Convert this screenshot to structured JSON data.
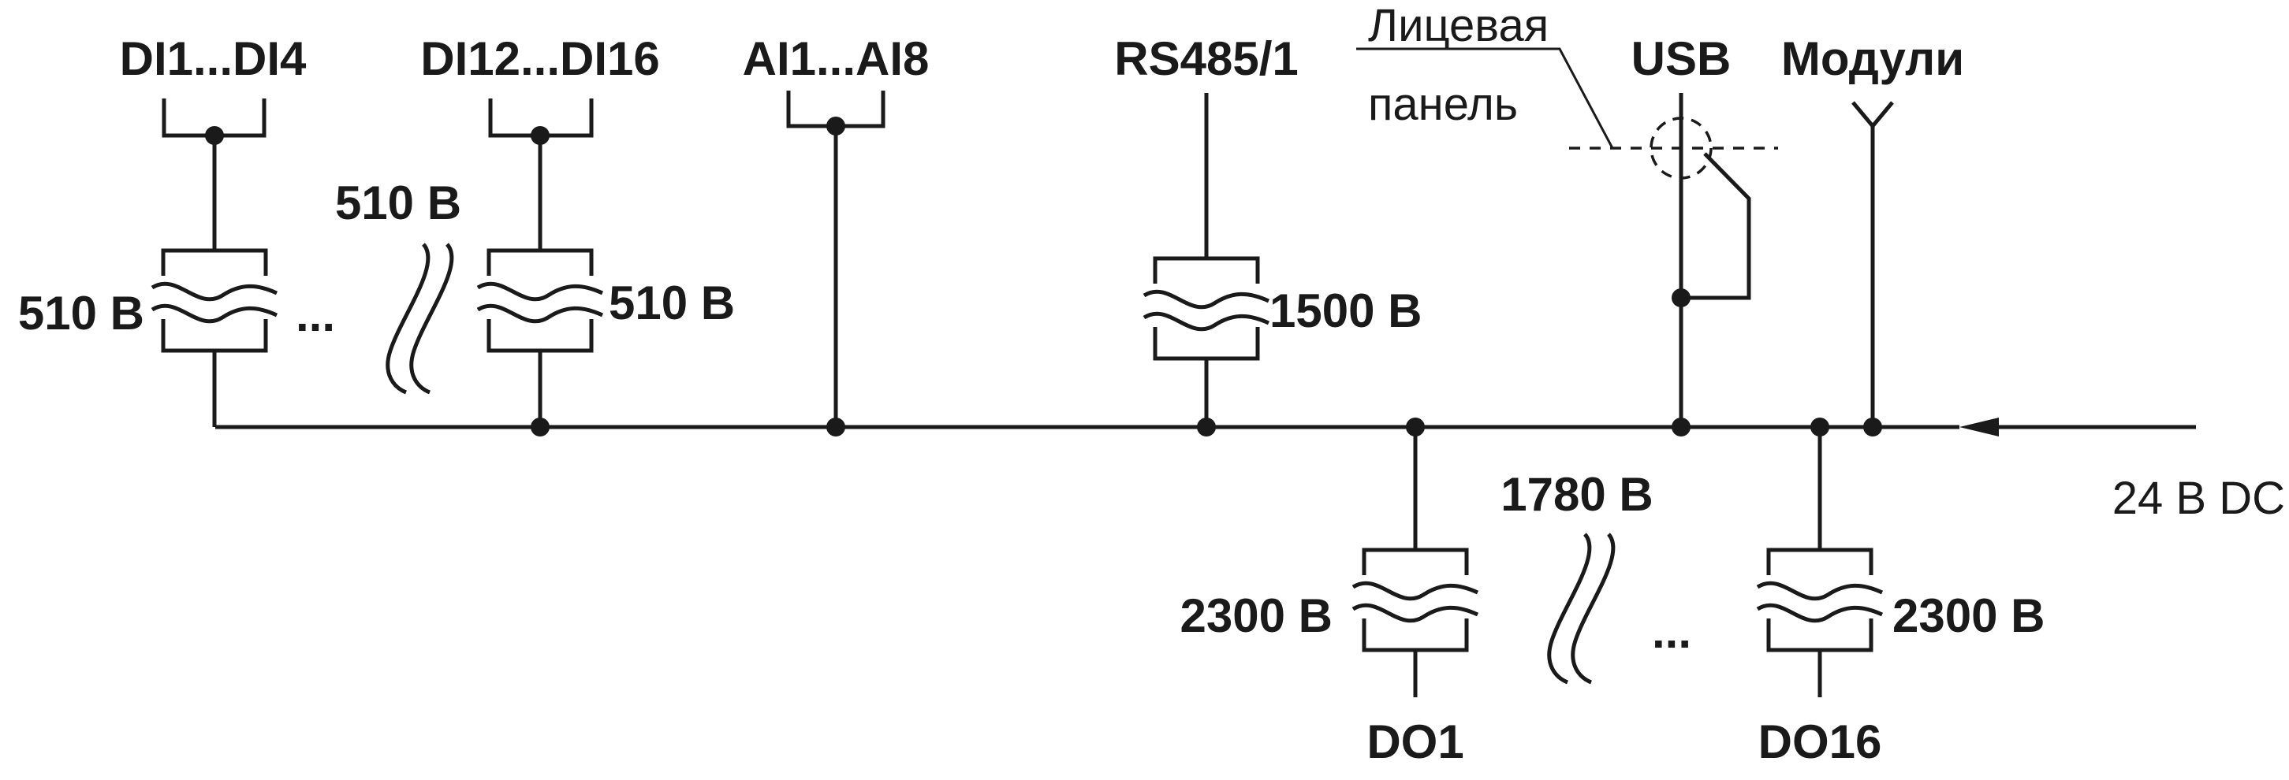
{
  "labels": {
    "di1_di4": "DI1...DI4",
    "di12_di16": "DI12...DI16",
    "ai1_ai8": "AI1...AI8",
    "rs485": "RS485/1",
    "front_panel_line1": "Лицевая",
    "front_panel_line2": "панель",
    "usb": "USB",
    "modules": "Модули",
    "power": "24 В DC",
    "do1": "DO1",
    "do16": "DO16"
  },
  "voltages": {
    "di1_left": "510 В",
    "di_between": "510 В",
    "di12_right": "510 В",
    "rs485": "1500 В",
    "do_between": "1780 В",
    "do1_left": "2300 В",
    "do16_right": "2300 В"
  },
  "ellipsis": {
    "di": "...",
    "do": "..."
  }
}
